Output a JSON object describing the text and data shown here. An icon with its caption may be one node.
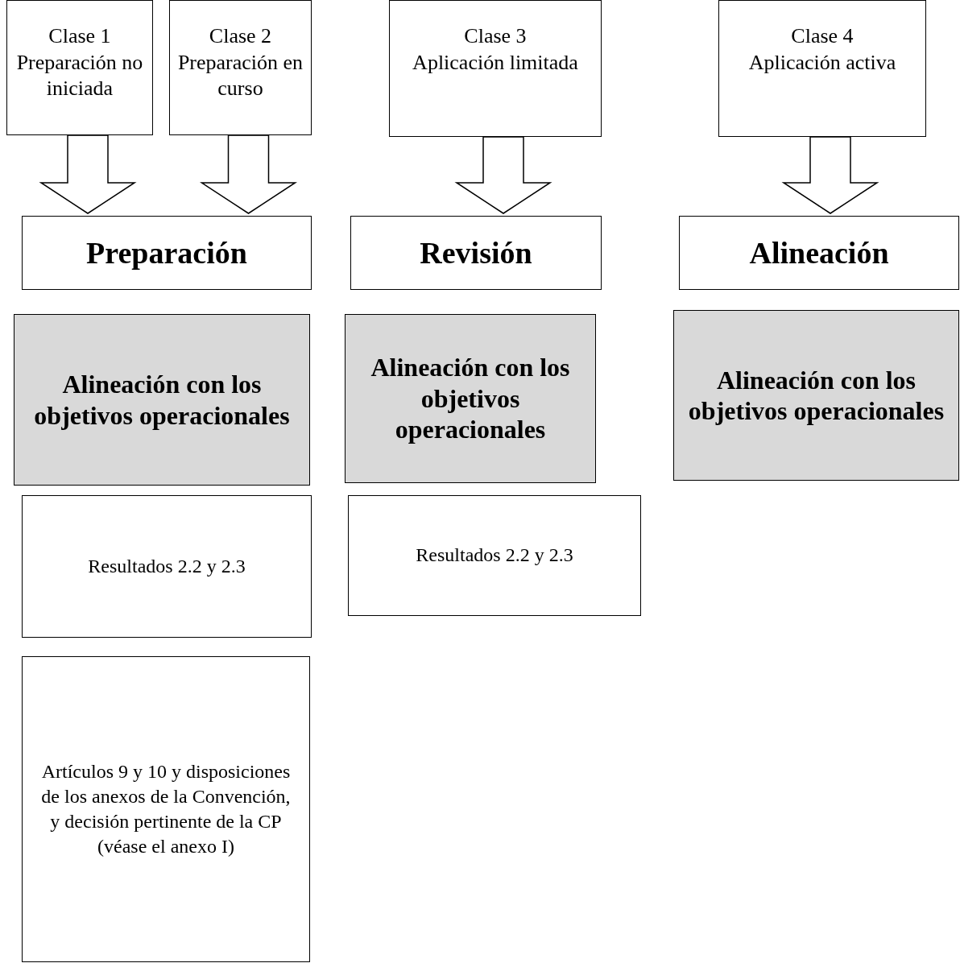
{
  "diagram": {
    "nodes": [
      {
        "text": [
          "Clase 1",
          "Preparación no iniciada"
        ]
      },
      {
        "text": [
          "Clase 2",
          "Preparación en curso"
        ]
      },
      {
        "text": [
          "Clase 3",
          "Aplicación limitada"
        ]
      },
      {
        "text": [
          "Clase 4",
          "Aplicación activa"
        ]
      },
      {
        "text": [
          "Preparación"
        ]
      },
      {
        "text": [
          "Revisión"
        ]
      },
      {
        "text": [
          "Alineación"
        ]
      },
      {
        "text": [
          "Alineación con los objetivos operacionales"
        ]
      },
      {
        "text": [
          "Alineación con los objetivos operacionales"
        ]
      },
      {
        "text": [
          "Alineación con los objetivos operacionales"
        ]
      },
      {
        "text": [
          "Resultados 2.2 y 2.3"
        ]
      },
      {
        "text": [
          "Resultados 2.2 y 2.3"
        ]
      },
      {
        "text": [
          "Artículos 9 y 10 y disposiciones de los anexos de la Convención, y decisión pertinente de la CP (véase el anexo I)"
        ]
      }
    ],
    "edges": [
      {
        "from": 0,
        "to": 4,
        "arrow": "to"
      },
      {
        "from": 1,
        "to": 4,
        "arrow": "to"
      },
      {
        "from": 2,
        "to": 5,
        "arrow": "to"
      },
      {
        "from": 3,
        "to": 6,
        "arrow": "to"
      }
    ]
  }
}
